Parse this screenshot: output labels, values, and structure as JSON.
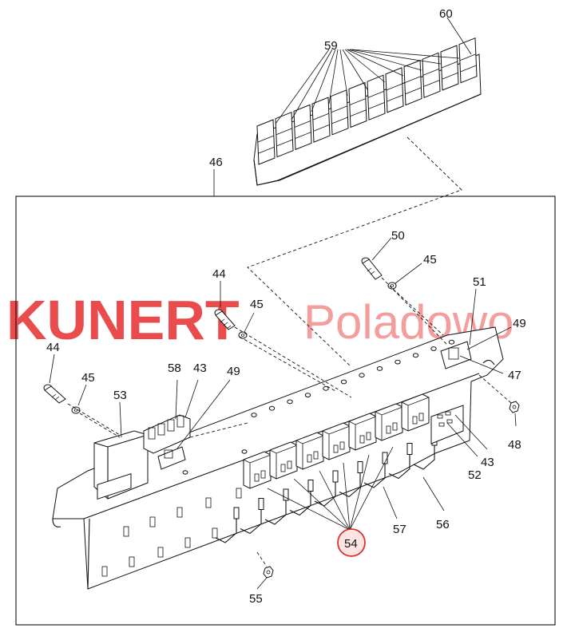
{
  "watermark": {
    "bold_text": "KUNERT",
    "thin_text": "Poladowo",
    "color": "#e8393a"
  },
  "highlight_color": "#d9322f",
  "callouts": {
    "c60": "60",
    "c59": "59",
    "c46": "46",
    "c50": "50",
    "c45a": "45",
    "c44a": "44",
    "c45b": "45",
    "c51": "51",
    "c49a": "49",
    "c44b": "44",
    "c45c": "45",
    "c58": "58",
    "c43a": "43",
    "c49b": "49",
    "c53": "53",
    "c47": "47",
    "c48": "48",
    "c43b": "43",
    "c52": "52",
    "c57": "57",
    "c56": "56",
    "c54": "54",
    "c55": "55"
  }
}
